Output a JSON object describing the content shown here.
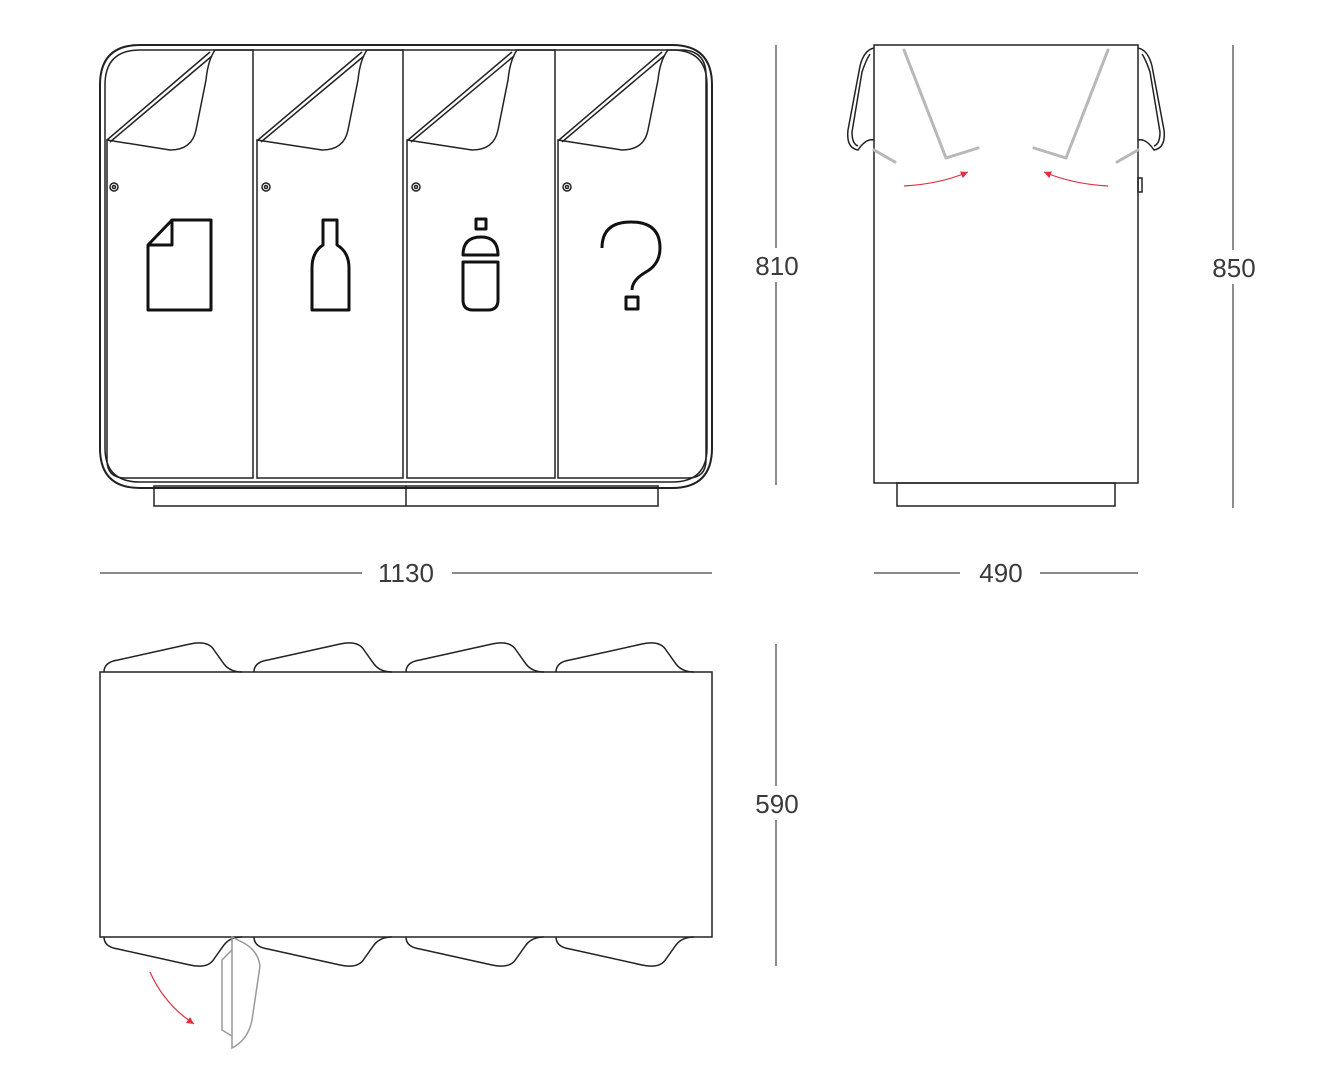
{
  "dimensions": {
    "front_width": "1130",
    "front_height": "810",
    "side_depth": "490",
    "side_height": "850",
    "top_depth": "590"
  },
  "compartments": [
    {
      "icon": "paper-icon"
    },
    {
      "icon": "bottle-icon"
    },
    {
      "icon": "can-icon"
    },
    {
      "icon": "question-mark-icon"
    }
  ],
  "colors": {
    "outline": "#222222",
    "open_lid": "#b8b8b8",
    "motion_arrow": "#e03040"
  }
}
